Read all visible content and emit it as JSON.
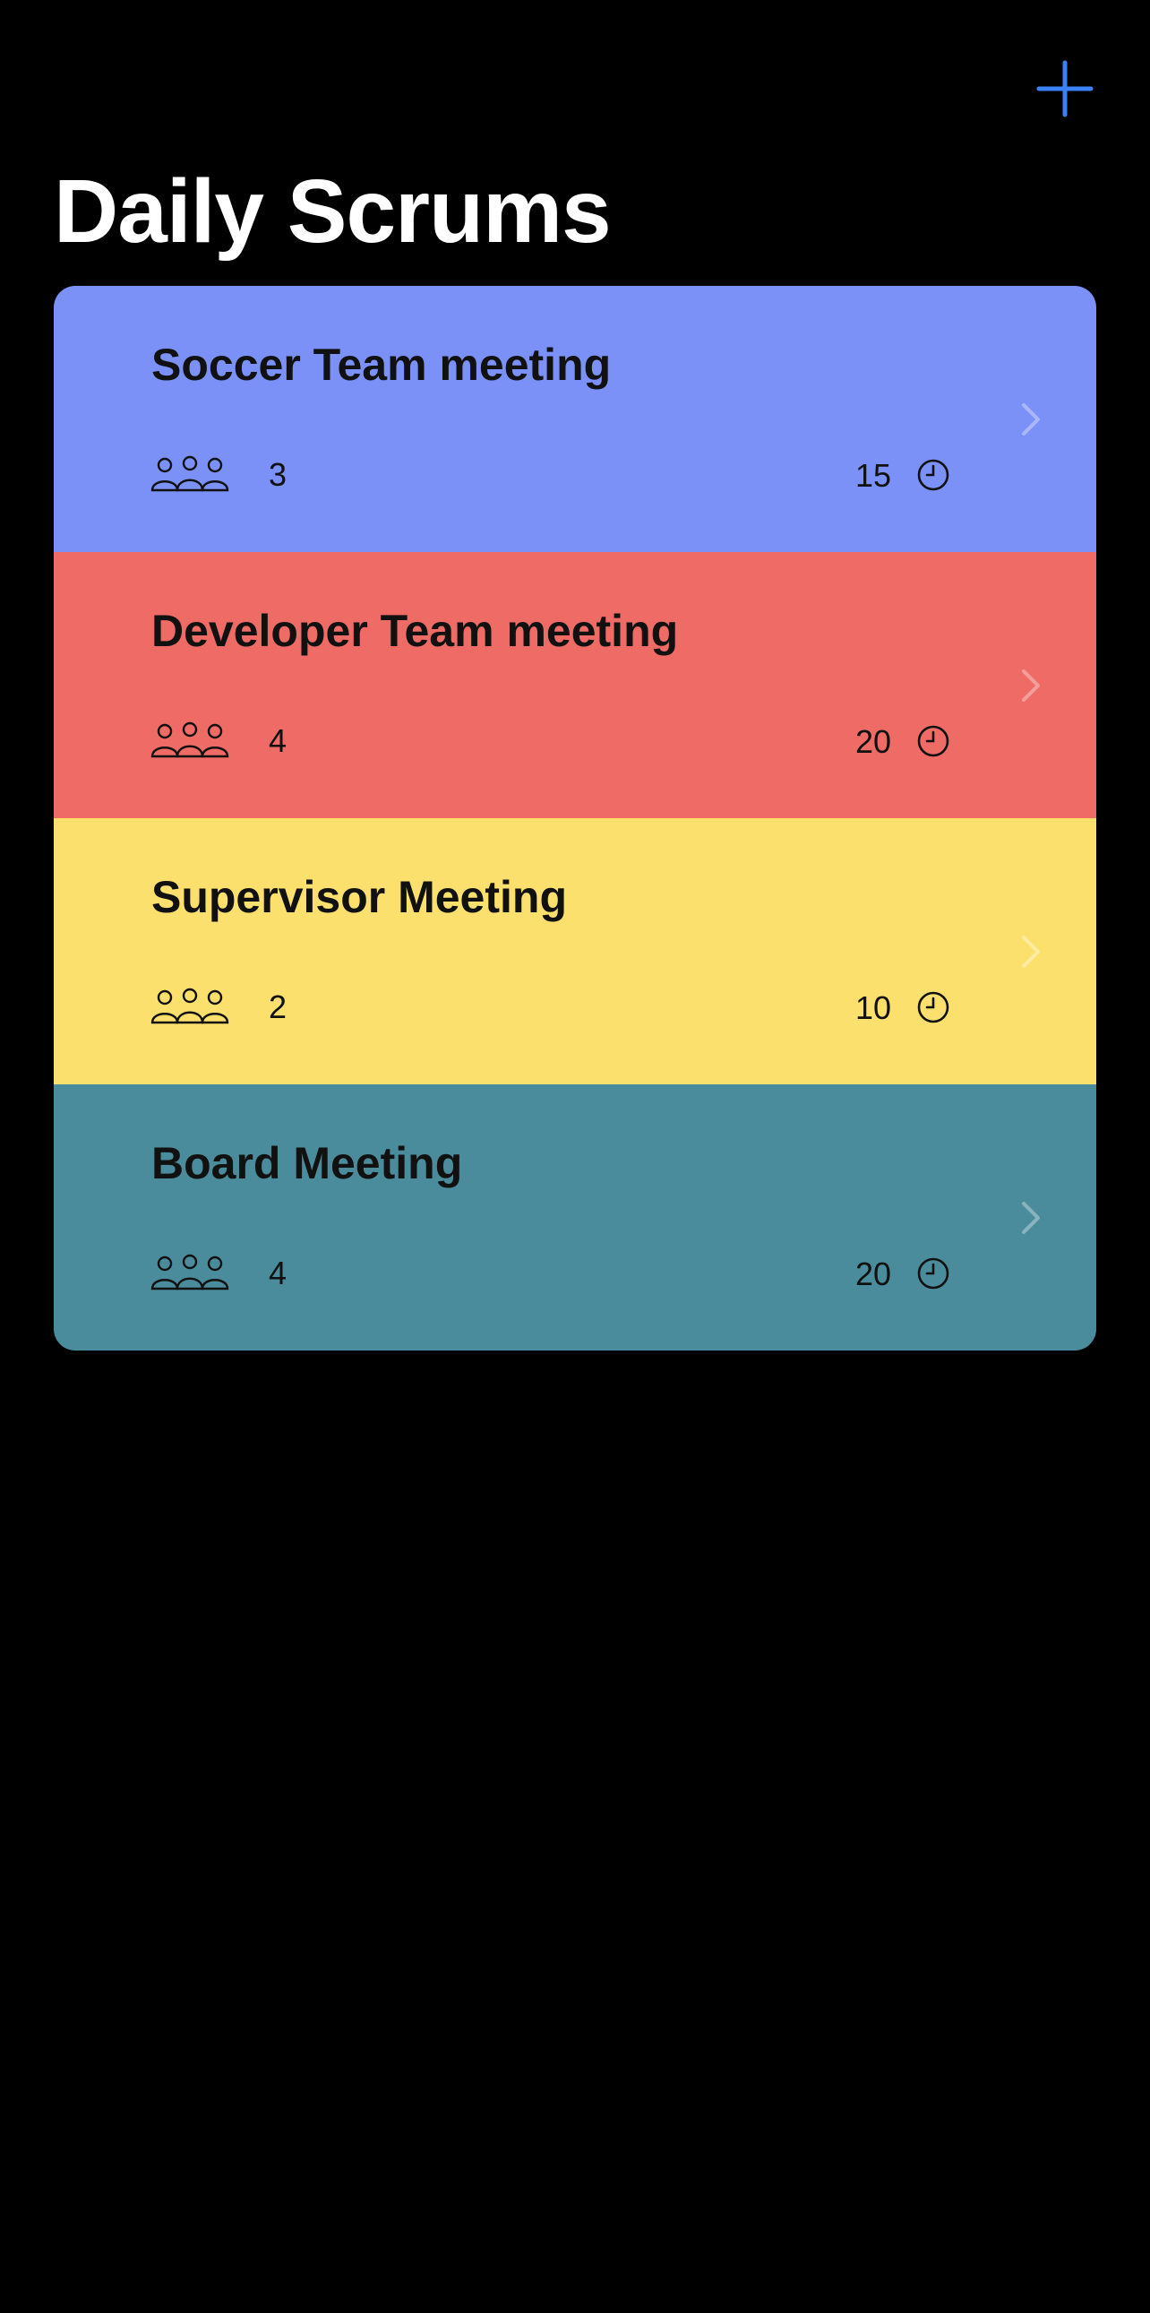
{
  "header": {
    "add_icon": "plus-icon",
    "title": "Daily Scrums"
  },
  "colors": {
    "background": "#000000",
    "accent": "#3b82f6",
    "title_text": "#ffffff"
  },
  "scrums": [
    {
      "title": "Soccer Team meeting",
      "attendees": "3",
      "minutes": "15",
      "color": "#7b91f7"
    },
    {
      "title": "Developer Team meeting",
      "attendees": "4",
      "minutes": "20",
      "color": "#ee6b66"
    },
    {
      "title": "Supervisor Meeting",
      "attendees": "2",
      "minutes": "10",
      "color": "#fbe06d"
    },
    {
      "title": "Board Meeting",
      "attendees": "4",
      "minutes": "20",
      "color": "#4b8c9c"
    }
  ]
}
